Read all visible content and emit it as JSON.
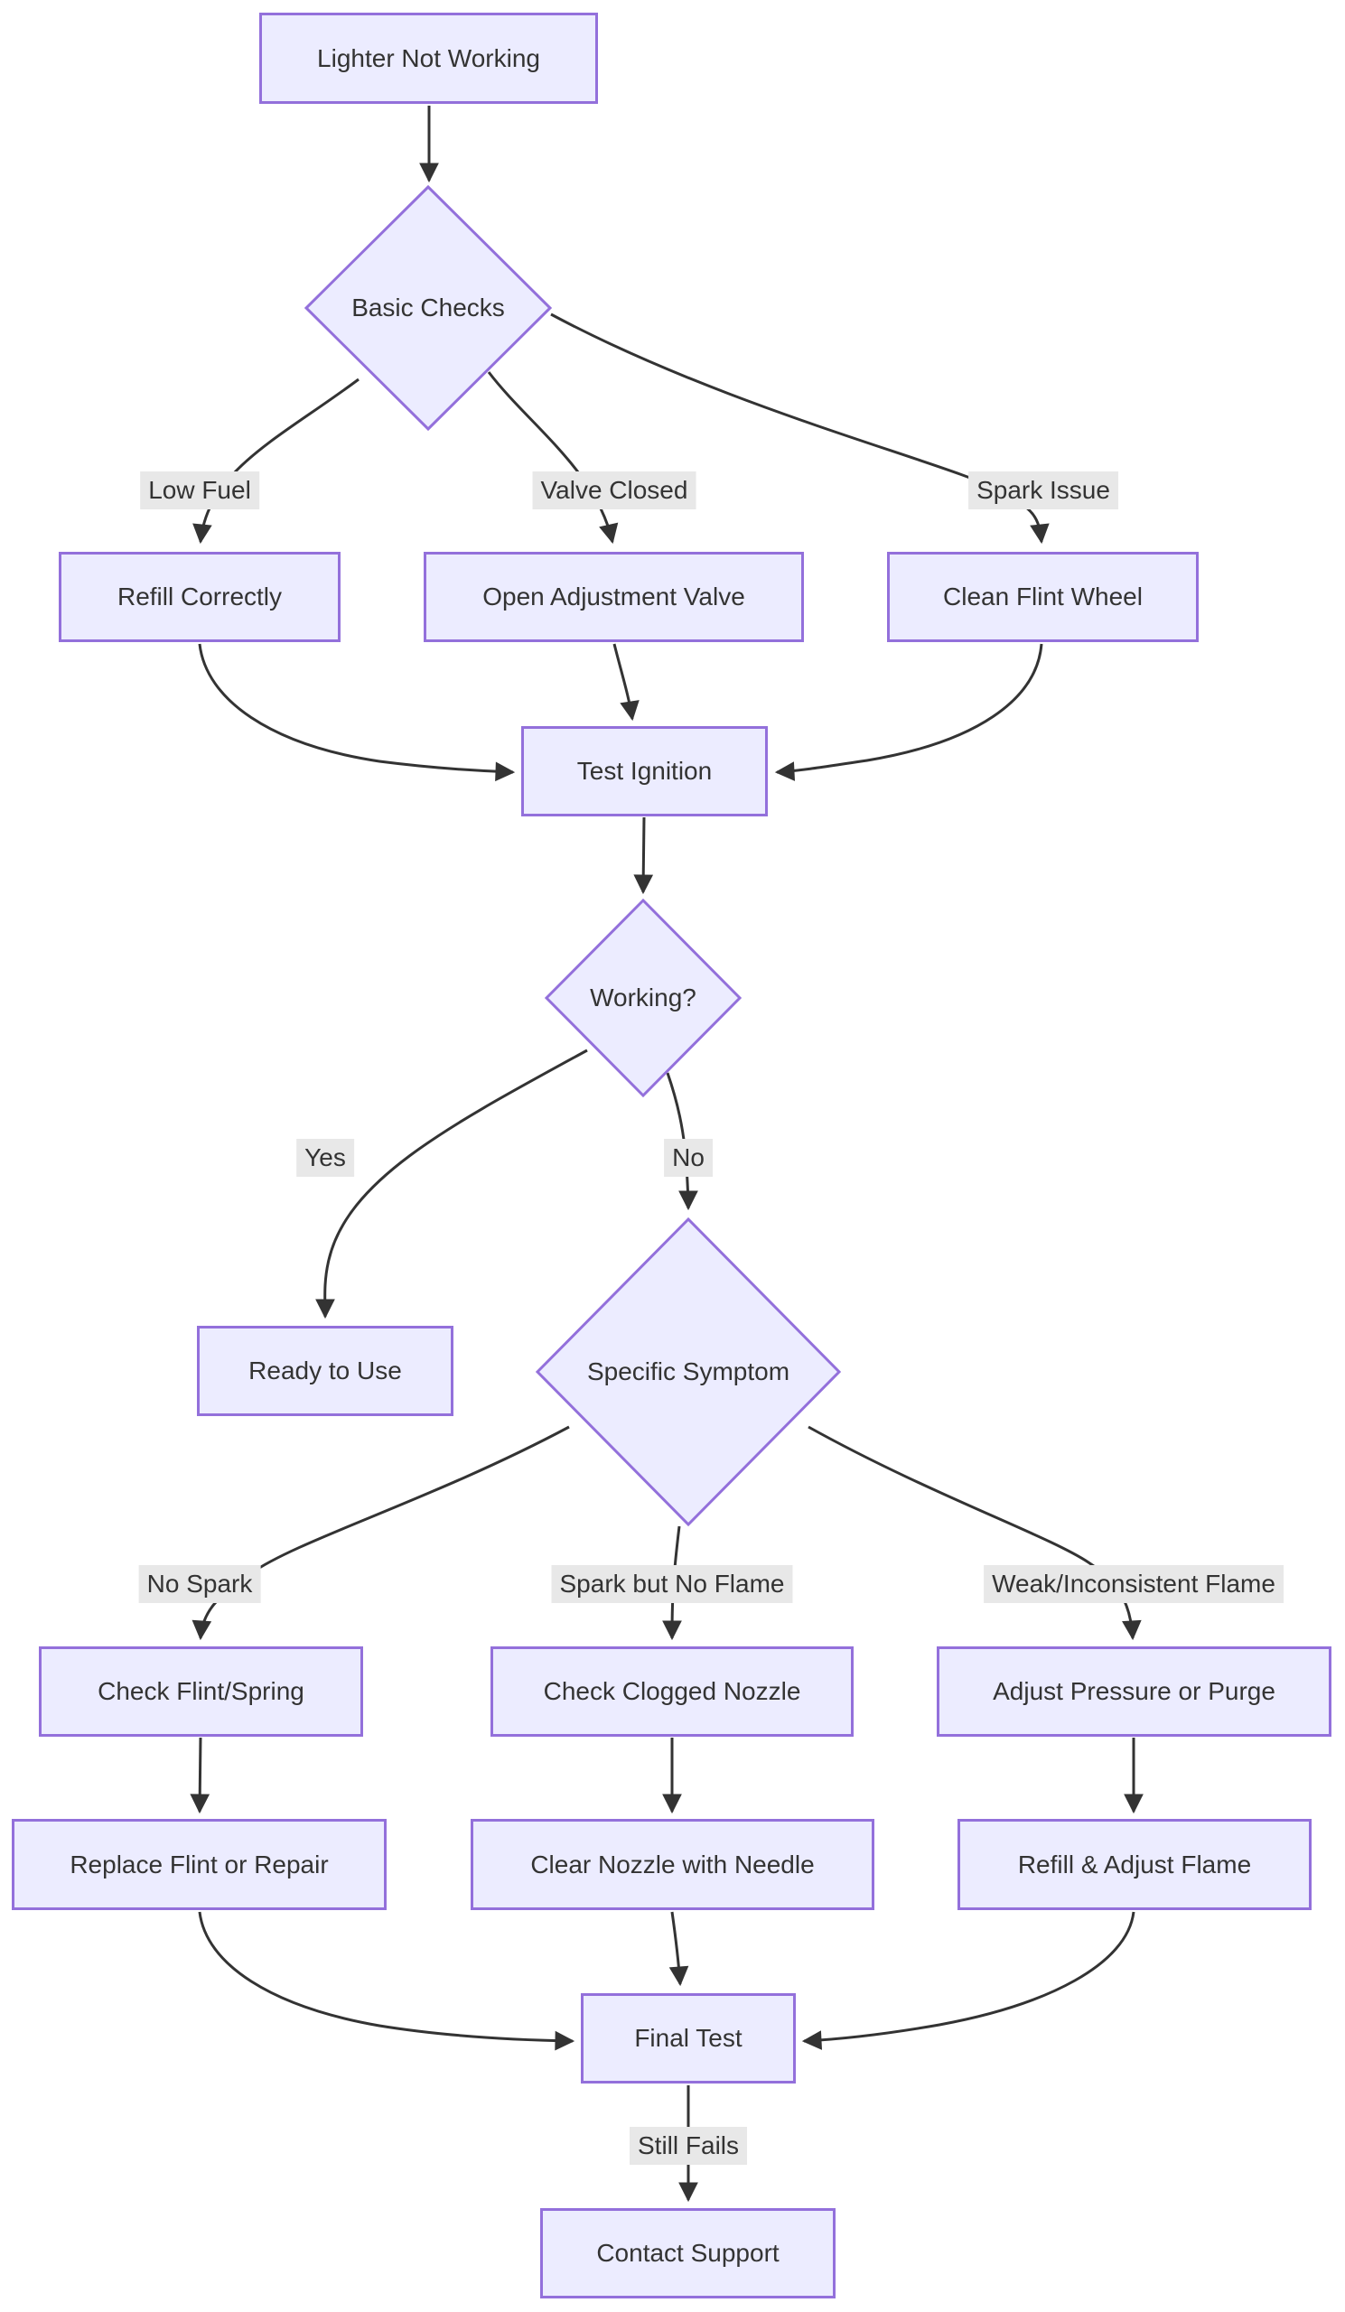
{
  "theme": {
    "node_fill": "#ECECFF",
    "node_border": "#9370DB",
    "edge_color": "#333333",
    "label_bg": "#e8e8e8",
    "text_color": "#333333",
    "background": "#ffffff"
  },
  "diagram": {
    "type": "flowchart-top-down",
    "nodes": [
      {
        "id": "start",
        "shape": "rect",
        "label": "Lighter Not Working"
      },
      {
        "id": "basic_checks",
        "shape": "diamond",
        "label": "Basic Checks"
      },
      {
        "id": "refill",
        "shape": "rect",
        "label": "Refill Correctly"
      },
      {
        "id": "open_valve",
        "shape": "rect",
        "label": "Open Adjustment Valve"
      },
      {
        "id": "clean_flint",
        "shape": "rect",
        "label": "Clean Flint Wheel"
      },
      {
        "id": "test_ignition",
        "shape": "rect",
        "label": "Test Ignition"
      },
      {
        "id": "working",
        "shape": "diamond",
        "label": "Working?"
      },
      {
        "id": "ready",
        "shape": "rect",
        "label": "Ready to Use"
      },
      {
        "id": "specific_symptom",
        "shape": "diamond",
        "label": "Specific Symptom"
      },
      {
        "id": "check_flint",
        "shape": "rect",
        "label": "Check Flint/Spring"
      },
      {
        "id": "check_nozzle",
        "shape": "rect",
        "label": "Check Clogged Nozzle"
      },
      {
        "id": "adjust_pressure",
        "shape": "rect",
        "label": "Adjust Pressure or Purge"
      },
      {
        "id": "replace_flint",
        "shape": "rect",
        "label": "Replace Flint or Repair"
      },
      {
        "id": "clear_nozzle",
        "shape": "rect",
        "label": "Clear Nozzle with Needle"
      },
      {
        "id": "refill_flame",
        "shape": "rect",
        "label": "Refill & Adjust Flame"
      },
      {
        "id": "final_test",
        "shape": "rect",
        "label": "Final Test"
      },
      {
        "id": "contact_support",
        "shape": "rect",
        "label": "Contact Support"
      }
    ],
    "edges": [
      {
        "from": "start",
        "to": "basic_checks",
        "label": ""
      },
      {
        "from": "basic_checks",
        "to": "refill",
        "label": "Low Fuel"
      },
      {
        "from": "basic_checks",
        "to": "open_valve",
        "label": "Valve Closed"
      },
      {
        "from": "basic_checks",
        "to": "clean_flint",
        "label": "Spark Issue"
      },
      {
        "from": "refill",
        "to": "test_ignition",
        "label": ""
      },
      {
        "from": "open_valve",
        "to": "test_ignition",
        "label": ""
      },
      {
        "from": "clean_flint",
        "to": "test_ignition",
        "label": ""
      },
      {
        "from": "test_ignition",
        "to": "working",
        "label": ""
      },
      {
        "from": "working",
        "to": "ready",
        "label": "Yes"
      },
      {
        "from": "working",
        "to": "specific_symptom",
        "label": "No"
      },
      {
        "from": "specific_symptom",
        "to": "check_flint",
        "label": "No Spark"
      },
      {
        "from": "specific_symptom",
        "to": "check_nozzle",
        "label": "Spark but No Flame"
      },
      {
        "from": "specific_symptom",
        "to": "adjust_pressure",
        "label": "Weak/Inconsistent Flame"
      },
      {
        "from": "check_flint",
        "to": "replace_flint",
        "label": ""
      },
      {
        "from": "check_nozzle",
        "to": "clear_nozzle",
        "label": ""
      },
      {
        "from": "adjust_pressure",
        "to": "refill_flame",
        "label": ""
      },
      {
        "from": "replace_flint",
        "to": "final_test",
        "label": ""
      },
      {
        "from": "clear_nozzle",
        "to": "final_test",
        "label": ""
      },
      {
        "from": "refill_flame",
        "to": "final_test",
        "label": ""
      },
      {
        "from": "final_test",
        "to": "contact_support",
        "label": "Still Fails"
      }
    ]
  }
}
